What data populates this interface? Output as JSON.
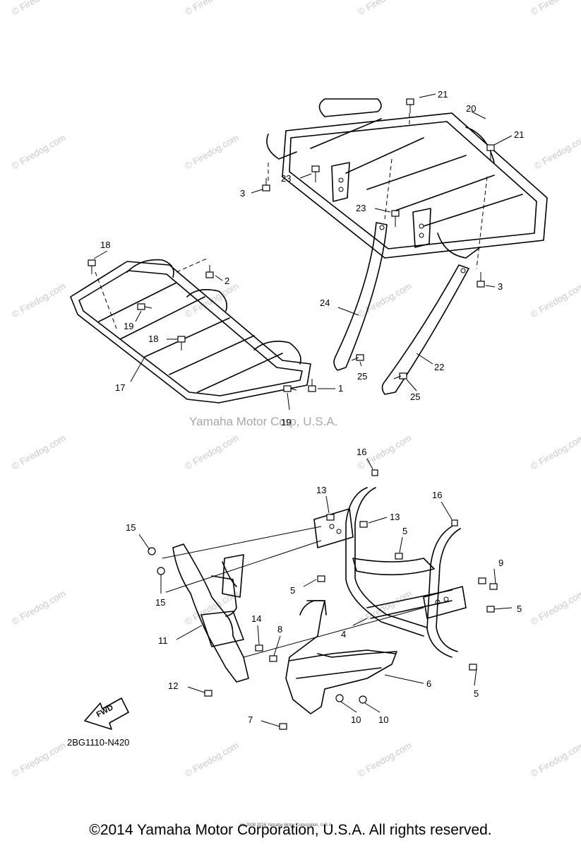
{
  "watermark": "© Firedog.com",
  "center_watermark": "Yamaha Motor Corp, U.S.A.",
  "diagram_code": "2BG1110-N420",
  "fwd_label": "FWD",
  "small_print": "(c) 2008 2016 Yamaha Motor Corporation, U.S.A.",
  "copyright": "©2014 Yamaha Motor Corporation, U.S.A. All rights reserved.",
  "callouts": [
    "1",
    "2",
    "3",
    "3",
    "4",
    "5",
    "5",
    "5",
    "5",
    "6",
    "7",
    "8",
    "9",
    "10",
    "10",
    "11",
    "12",
    "13",
    "13",
    "14",
    "15",
    "15",
    "16",
    "16",
    "17",
    "18",
    "18",
    "19",
    "19",
    "20",
    "21",
    "21",
    "22",
    "23",
    "23",
    "24",
    "25",
    "25"
  ]
}
